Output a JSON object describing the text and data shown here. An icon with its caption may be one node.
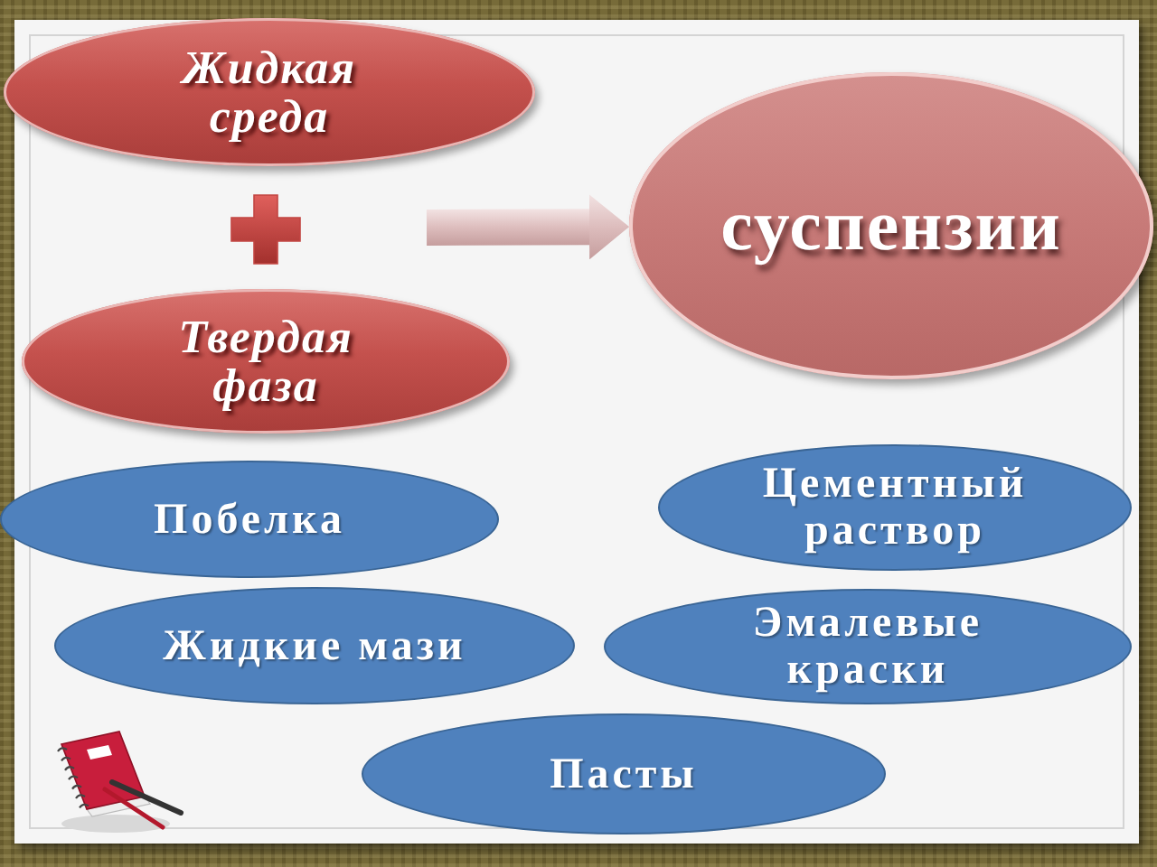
{
  "diagram": {
    "nodes": [
      {
        "text": [
          "Жидкая среда"
        ]
      },
      {
        "text": [
          "суспензии"
        ]
      },
      {
        "text": [
          "Твердая фаза"
        ]
      },
      {
        "text": [
          "Побелка"
        ]
      },
      {
        "text": [
          "Цементный раствор"
        ]
      },
      {
        "text": [
          "Жидкие мази"
        ]
      },
      {
        "text": [
          "Эмалевые краски"
        ]
      },
      {
        "text": [
          "Пасты"
        ]
      }
    ],
    "edges": [
      {
        "from": null,
        "to": 1,
        "arrow": "to",
        "style": "thick"
      }
    ]
  }
}
